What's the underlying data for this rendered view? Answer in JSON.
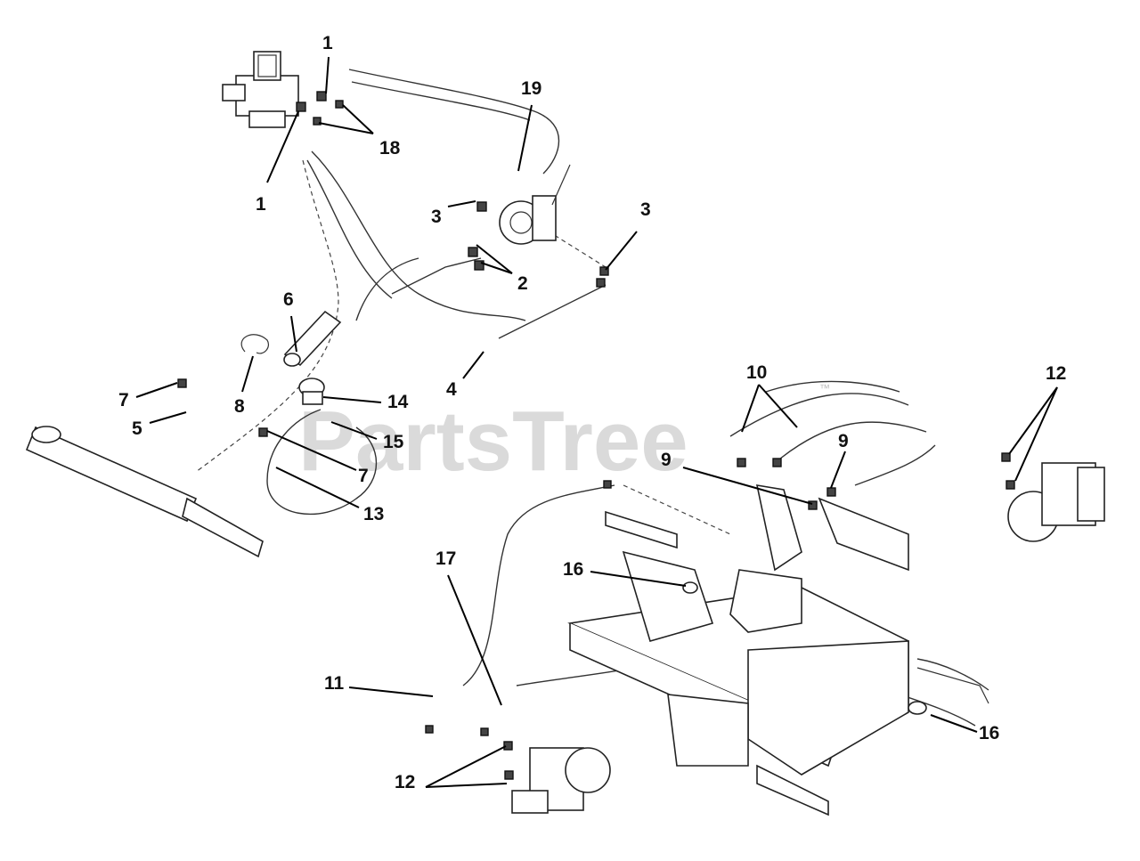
{
  "watermark": {
    "text": "PartsTree",
    "mark": "™"
  },
  "callouts": [
    "1",
    "1",
    "18",
    "19",
    "3",
    "3",
    "2",
    "6",
    "8",
    "7",
    "5",
    "14",
    "15",
    "4",
    "7",
    "13",
    "10",
    "12",
    "9",
    "9",
    "17",
    "16",
    "11",
    "16",
    "12"
  ]
}
